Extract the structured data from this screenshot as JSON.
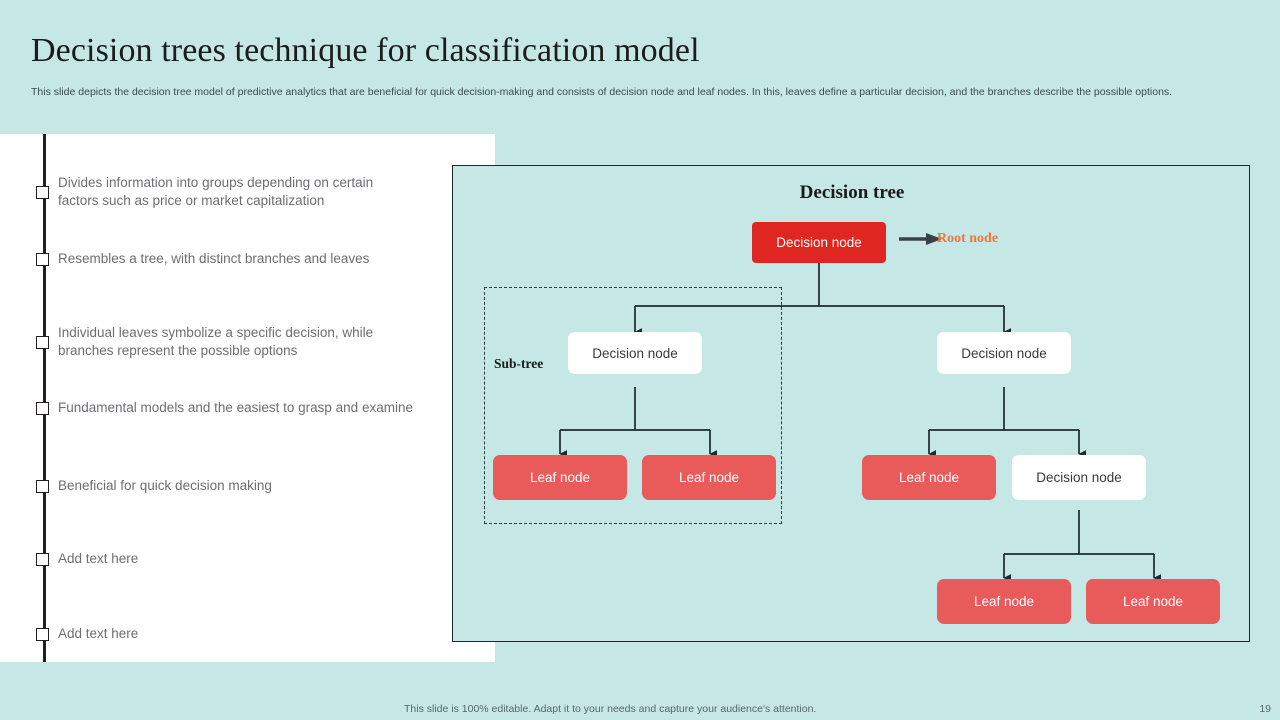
{
  "slide": {
    "title": "Decision trees technique for classification model",
    "subtitle": "This slide depicts the decision tree model of predictive analytics that are beneficial for quick decision-making and consists of decision node and leaf nodes. In this, leaves define a particular decision, and the branches describe the possible options.",
    "background_color": "#c5e8e6"
  },
  "bullets": [
    {
      "text": "Divides information into groups depending on certain factors such as price or market capitalization"
    },
    {
      "text": "Resembles a tree, with distinct branches and leaves"
    },
    {
      "text": "Individual leaves symbolize a specific decision, while branches represent the possible options"
    },
    {
      "text": "Fundamental models and the easiest to grasp and examine"
    },
    {
      "text": "Beneficial for quick decision making"
    },
    {
      "text": "Add text here"
    },
    {
      "text": "Add text here"
    }
  ],
  "diagram": {
    "title": "Decision tree",
    "root_note_label": "Root node",
    "root_note_color": "#f0763c",
    "subtree_label": "Sub-tree",
    "colors": {
      "root_node": "#e02621",
      "decision_node": "#ffffff",
      "leaf_node": "#e95b5b",
      "panel": "#c5e8e6",
      "border": "#1b2a2e"
    },
    "nodes": [
      {
        "id": "root",
        "label": "Decision node",
        "type": "root"
      },
      {
        "id": "dec-left",
        "label": "Decision node",
        "type": "decision"
      },
      {
        "id": "dec-right",
        "label": "Decision node",
        "type": "decision"
      },
      {
        "id": "leaf-l1",
        "label": "Leaf node",
        "type": "leaf"
      },
      {
        "id": "leaf-l2",
        "label": "Leaf node",
        "type": "leaf"
      },
      {
        "id": "leaf-r1",
        "label": "Leaf node",
        "type": "leaf"
      },
      {
        "id": "dec-right-2",
        "label": "Decision node",
        "type": "decision"
      },
      {
        "id": "leaf-b1",
        "label": "Leaf node",
        "type": "leaf"
      },
      {
        "id": "leaf-b2",
        "label": "Leaf node",
        "type": "leaf"
      }
    ]
  },
  "footer": {
    "note": "This slide is 100% editable. Adapt it to your needs and capture your audience's attention.",
    "page_number": "19"
  }
}
